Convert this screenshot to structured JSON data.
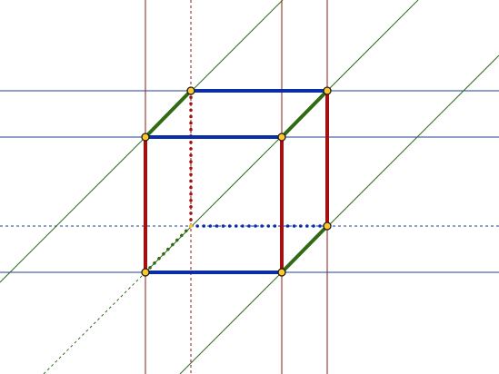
{
  "colors": {
    "background": "#ffffff",
    "vertical_guide": "#8b1a1a",
    "horizontal_guide": "#1f3f8f",
    "diagonal_guide": "#2e6b1f",
    "cube_vertical_edge": "#a50f0f",
    "cube_horizontal_edge": "#0a2da8",
    "cube_depth_edge": "#2e6b12",
    "vertex_fill": "#ffc72c",
    "vertex_stroke": "#1a1a1a"
  },
  "diagram": {
    "kind": "cube-construction",
    "vertex_count": 8,
    "visible_edge_count": 9,
    "hidden_edge_count": 3,
    "hidden_edge_style": "dotted"
  }
}
